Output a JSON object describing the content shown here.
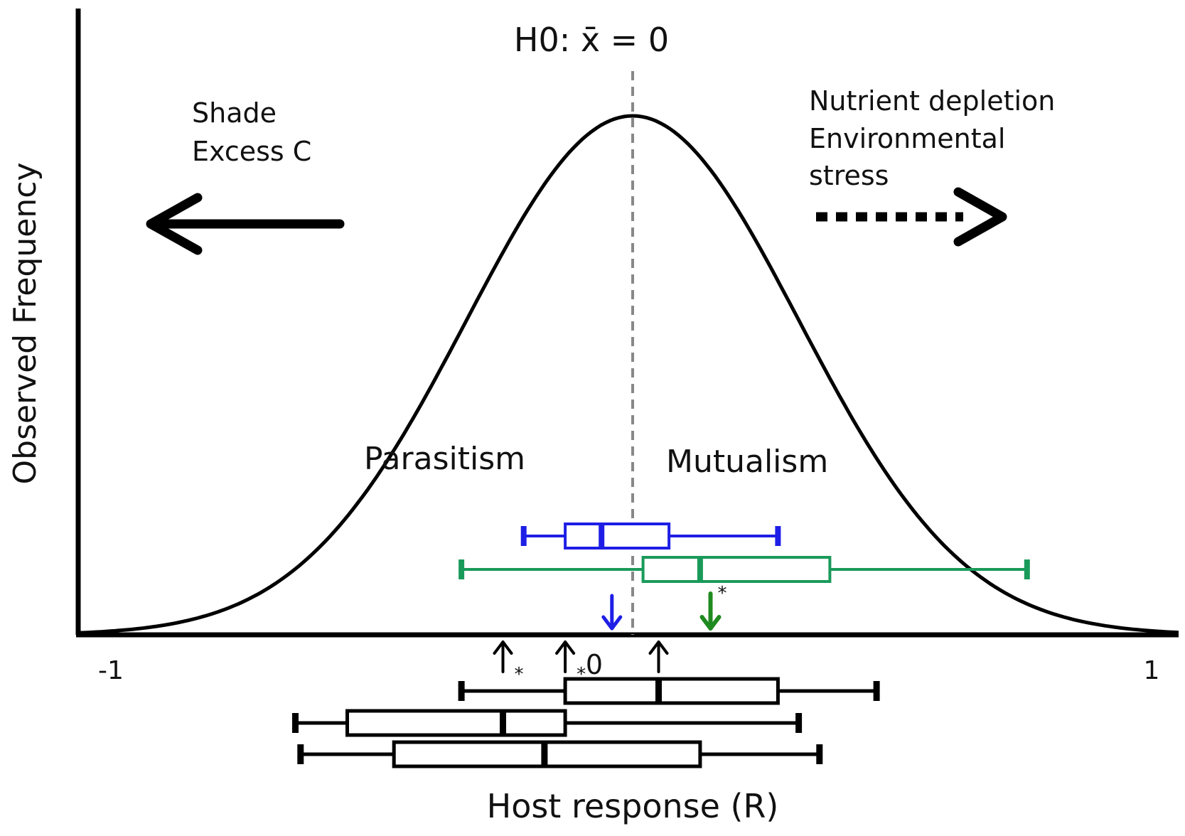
{
  "figure": {
    "hypothesis": "H0: x̄ = 0",
    "y_axis_label": "Observed Frequency",
    "x_axis_label": "Host response (R)",
    "x_ticks": [
      "-1",
      "0",
      "1"
    ],
    "left_region": "Parasitism",
    "right_region": "Mutualism",
    "left_drivers": [
      "Shade",
      "Excess C"
    ],
    "right_drivers": [
      "Nutrient depletion",
      "Environmental",
      "stress"
    ],
    "significance_mark": "*"
  },
  "chart_data": {
    "type": "boxplot",
    "xlim": [
      -1,
      1
    ],
    "null_value": 0,
    "distribution": "normal",
    "xlabel": "Host response (R)",
    "ylabel": "Observed Frequency",
    "upper_boxplots": [
      {
        "color": "#1e1ee6",
        "whisker_low": -0.21,
        "q1": -0.13,
        "median": -0.06,
        "q3": 0.07,
        "whisker_high": 0.28,
        "mean": -0.04,
        "significant": false
      },
      {
        "color": "#1a9a5a",
        "whisker_low": -0.33,
        "q1": 0.02,
        "median": 0.13,
        "q3": 0.38,
        "whisker_high": 0.76,
        "mean": 0.15,
        "significant": true
      }
    ],
    "lower_boxplots": [
      {
        "color": "#000000",
        "whisker_low": -0.33,
        "q1": -0.13,
        "median": 0.05,
        "q3": 0.28,
        "whisker_high": 0.47,
        "mean": 0.05,
        "significant": false
      },
      {
        "color": "#000000",
        "whisker_low": -0.65,
        "q1": -0.55,
        "median": -0.25,
        "q3": -0.13,
        "whisker_high": 0.32,
        "mean": -0.25,
        "significant": true
      },
      {
        "color": "#000000",
        "whisker_low": -0.64,
        "q1": -0.46,
        "median": -0.17,
        "q3": 0.13,
        "whisker_high": 0.36,
        "mean": -0.13,
        "significant": true
      }
    ],
    "colors": {
      "curve": "#000000",
      "null_line": "#888888",
      "blue": "#1e1ee6",
      "green_box": "#1a9a5a",
      "green_arrow": "#1f8a1f"
    }
  }
}
